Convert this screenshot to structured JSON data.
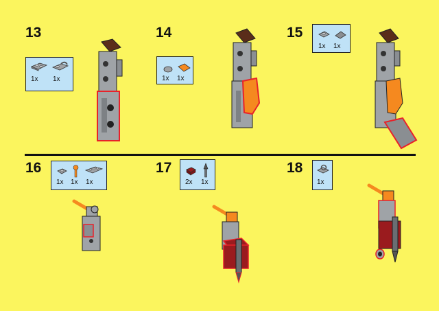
{
  "steps": [
    {
      "number": "13",
      "parts": [
        {
          "qty": "1x",
          "icon": "gray-plate-1x2-icon"
        },
        {
          "qty": "1x",
          "icon": "gray-clip-plate-icon"
        }
      ]
    },
    {
      "number": "14",
      "parts": [
        {
          "qty": "1x",
          "icon": "gray-round-tile-icon"
        },
        {
          "qty": "1x",
          "icon": "orange-slope-icon"
        }
      ]
    },
    {
      "number": "15",
      "parts": [
        {
          "qty": "1x",
          "icon": "gray-plate-icon"
        },
        {
          "qty": "1x",
          "icon": "gray-slope-icon"
        }
      ]
    },
    {
      "number": "16",
      "parts": [
        {
          "qty": "1x",
          "icon": "gray-plate-1x1-icon"
        },
        {
          "qty": "1x",
          "icon": "orange-bar-icon"
        },
        {
          "qty": "1x",
          "icon": "gray-plate-1x3-icon"
        }
      ]
    },
    {
      "number": "17",
      "parts": [
        {
          "qty": "2x",
          "icon": "dark-red-brick-icon"
        },
        {
          "qty": "1x",
          "icon": "gray-spike-icon"
        }
      ]
    },
    {
      "number": "18",
      "parts": [
        {
          "qty": "1x",
          "icon": "gray-clip-plate-icon"
        }
      ]
    }
  ],
  "colors": {
    "background": "#fbf55e",
    "parts_box": "#bfe2f7",
    "gray": "#9fa3a7",
    "dark_brown": "#5a2d1a",
    "orange": "#f5891f",
    "dark_red": "#9a1b1e",
    "highlight": "#e8222a"
  }
}
